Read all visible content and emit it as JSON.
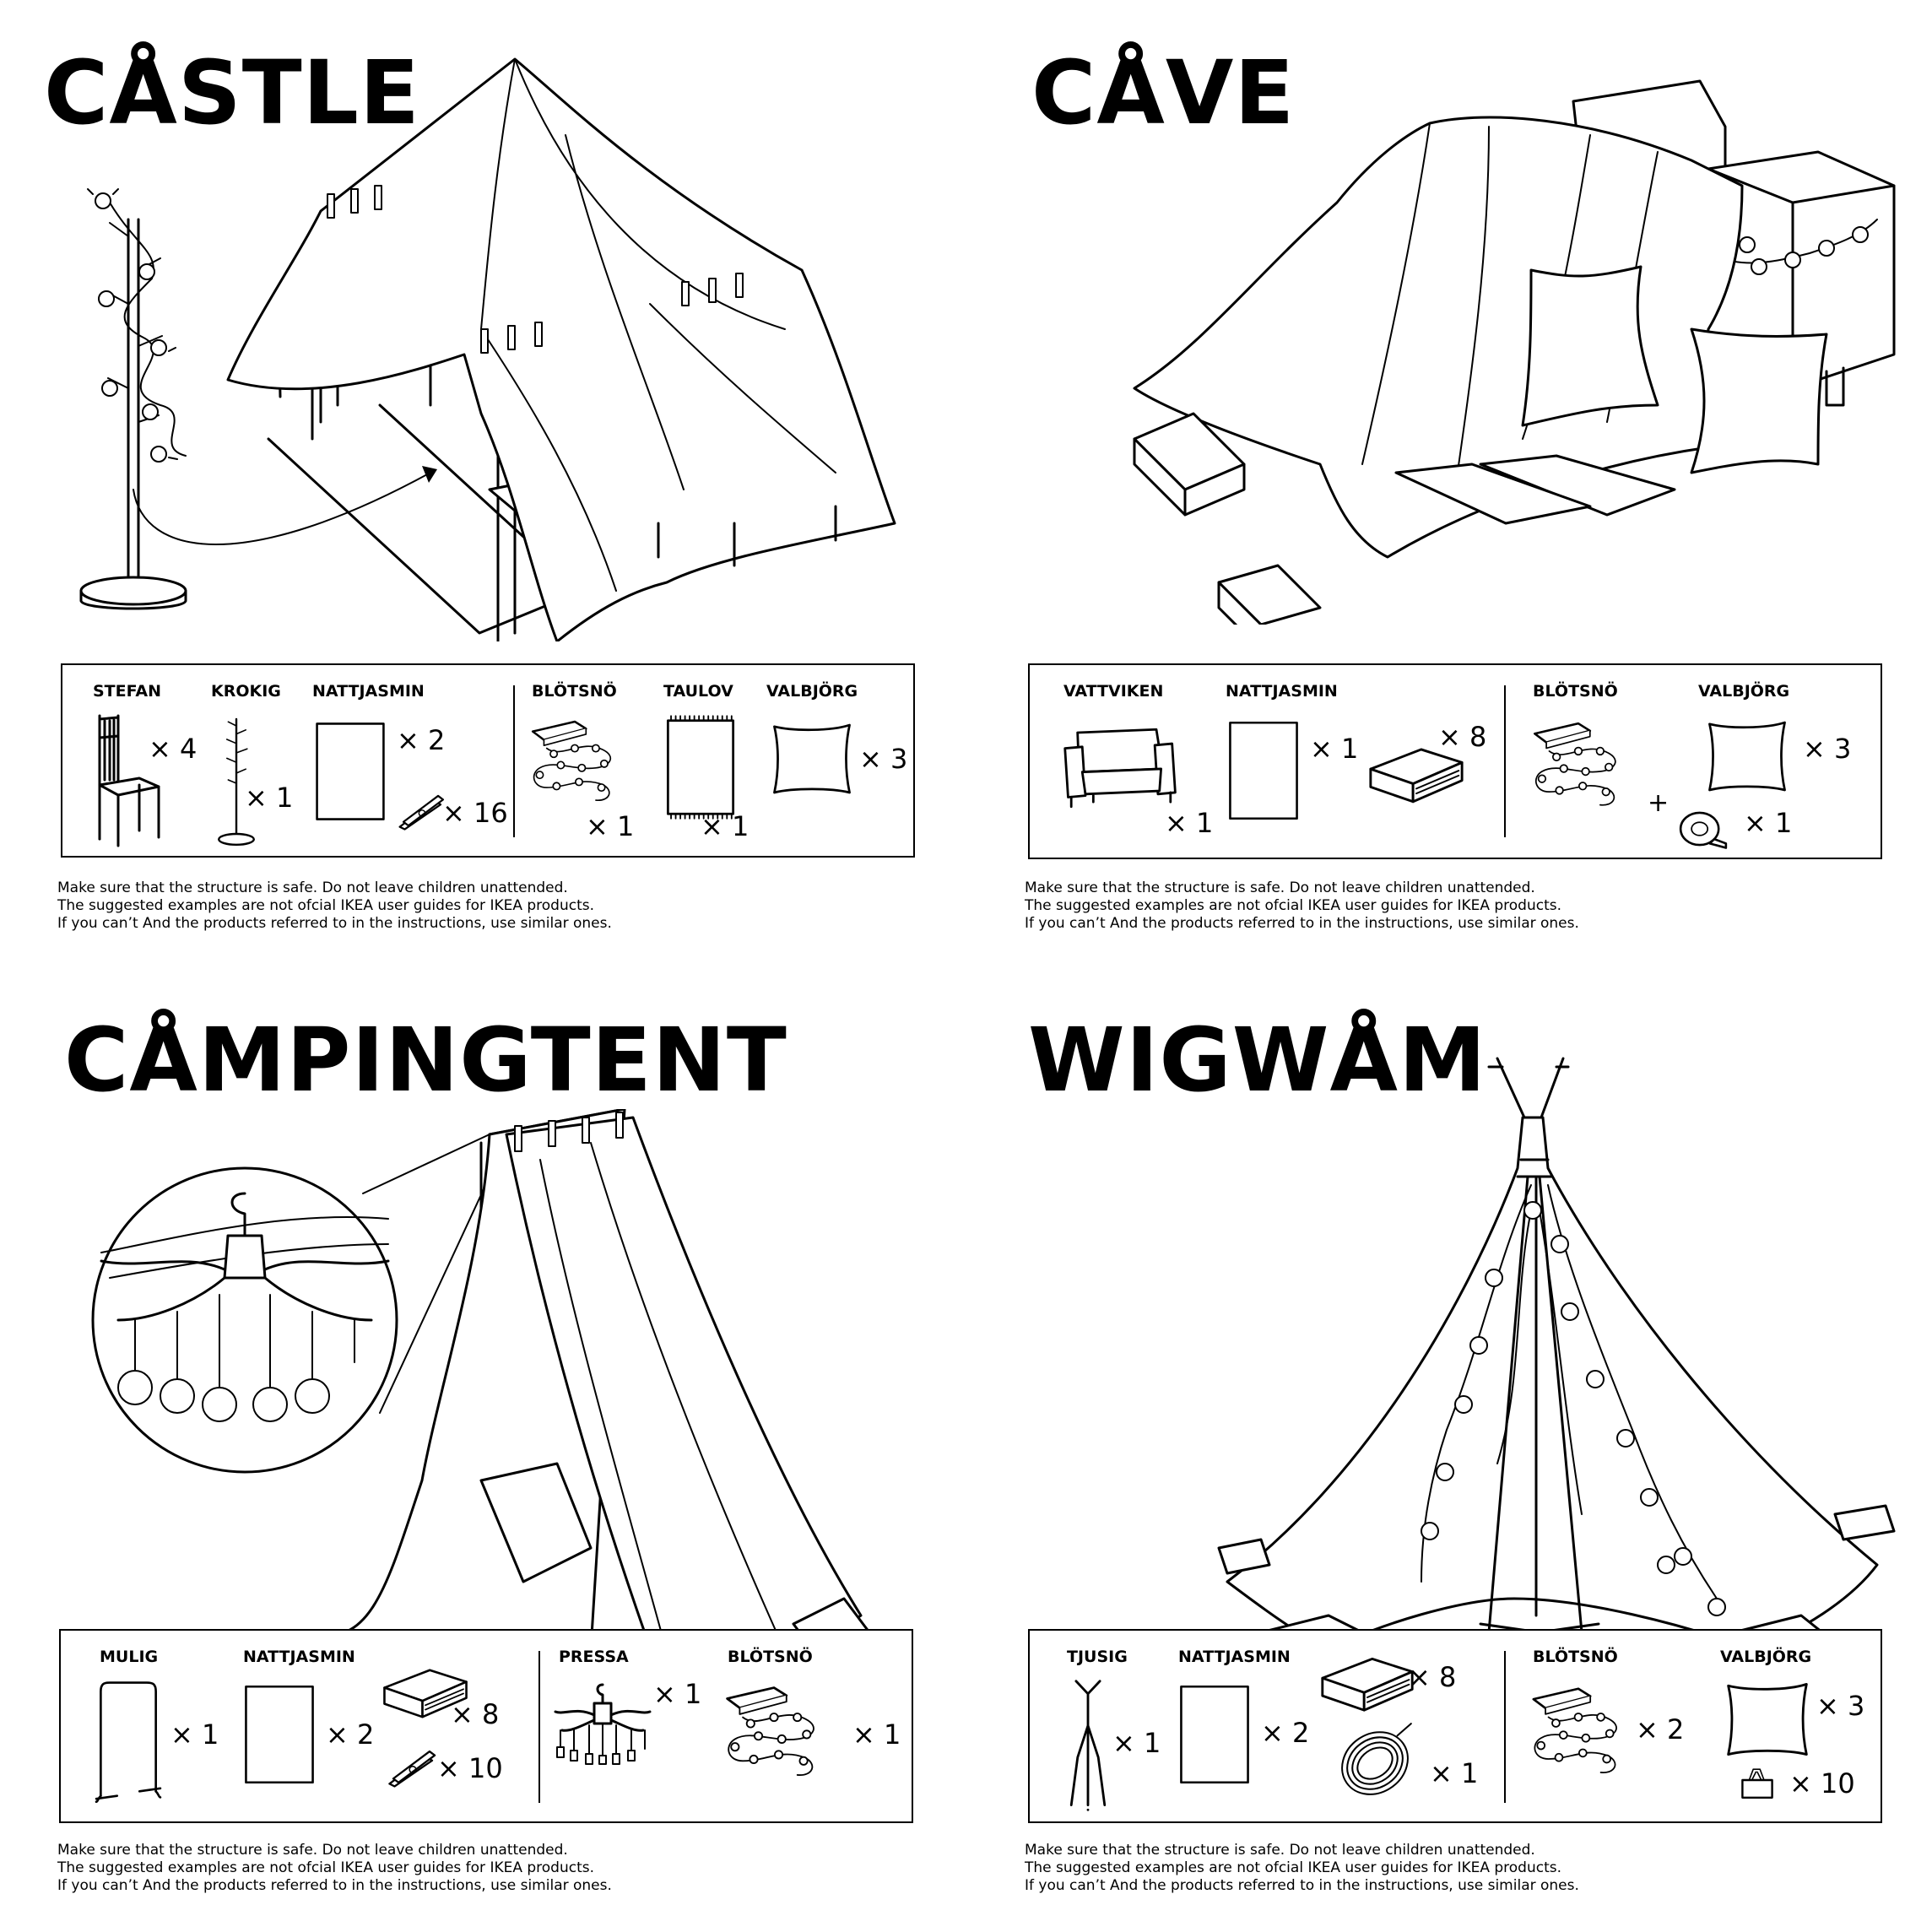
{
  "disclaimer": {
    "line1": "Make sure that the structure is safe.  Do not leave children unattended.",
    "line2": "The suggested examples are not ofcial IKEA user guides for IKEA products.",
    "line3": "If you can’t And the products referred to in the instructions, use similar ones."
  },
  "castle": {
    "title": "CÅSTLE",
    "items": [
      {
        "name": "STEFAN",
        "qty": "× 4",
        "icon": "chair-icon"
      },
      {
        "name": "KROKIG",
        "qty": "× 1",
        "icon": "coat-stand-icon"
      },
      {
        "name": "NATTJASMIN",
        "qty": "× 2",
        "icon": "sheet-icon"
      },
      {
        "name": "",
        "qty": "× 16",
        "icon": "clothespin-icon"
      },
      {
        "name": "BLÖTSNÖ",
        "qty": "× 1",
        "icon": "string-lights-icon"
      },
      {
        "name": "TAULOV",
        "qty": "× 1",
        "icon": "rug-icon"
      },
      {
        "name": "VALBJÖRG",
        "qty": "× 3",
        "icon": "pillow-icon"
      }
    ]
  },
  "cave": {
    "title": "CÅVE",
    "items": [
      {
        "name": "VATTVIKEN",
        "qty": "× 1",
        "icon": "armchair-icon"
      },
      {
        "name": "NATTJASMIN",
        "qty": "× 1",
        "icon": "sheet-icon"
      },
      {
        "name": "",
        "qty": "× 8",
        "icon": "book-icon"
      },
      {
        "name": "BLÖTSNÖ",
        "qty": "",
        "icon": "string-lights-icon"
      },
      {
        "name": "VALBJÖRG",
        "qty": "× 3",
        "icon": "pillow-icon"
      },
      {
        "name": "",
        "qty": "× 1",
        "icon": "tape-icon"
      }
    ],
    "plus": "+"
  },
  "campingtent": {
    "title": "CÅMPINGTENT",
    "items": [
      {
        "name": "MULIG",
        "qty": "× 1",
        "icon": "clothes-rack-icon"
      },
      {
        "name": "NATTJASMIN",
        "qty": "× 2",
        "icon": "sheet-icon"
      },
      {
        "name": "",
        "qty": "× 8",
        "icon": "book-icon"
      },
      {
        "name": "",
        "qty": "× 10",
        "icon": "clothespin-icon"
      },
      {
        "name": "PRESSA",
        "qty": "× 1",
        "icon": "hanger-icon"
      },
      {
        "name": "BLÖTSNÖ",
        "qty": "× 1",
        "icon": "string-lights-icon"
      }
    ]
  },
  "wigwam": {
    "title": "WIGWÅM",
    "items": [
      {
        "name": "TJUSIG",
        "qty": "× 1",
        "icon": "hat-stand-icon"
      },
      {
        "name": "NATTJASMIN",
        "qty": "× 2",
        "icon": "sheet-icon"
      },
      {
        "name": "",
        "qty": "× 8",
        "icon": "book-icon"
      },
      {
        "name": "",
        "qty": "× 1",
        "icon": "rope-icon"
      },
      {
        "name": "BLÖTSNÖ",
        "qty": "× 2",
        "icon": "string-lights-icon"
      },
      {
        "name": "VALBJÖRG",
        "qty": "× 3",
        "icon": "pillow-icon"
      },
      {
        "name": "",
        "qty": "× 10",
        "icon": "binder-clip-icon"
      }
    ]
  }
}
